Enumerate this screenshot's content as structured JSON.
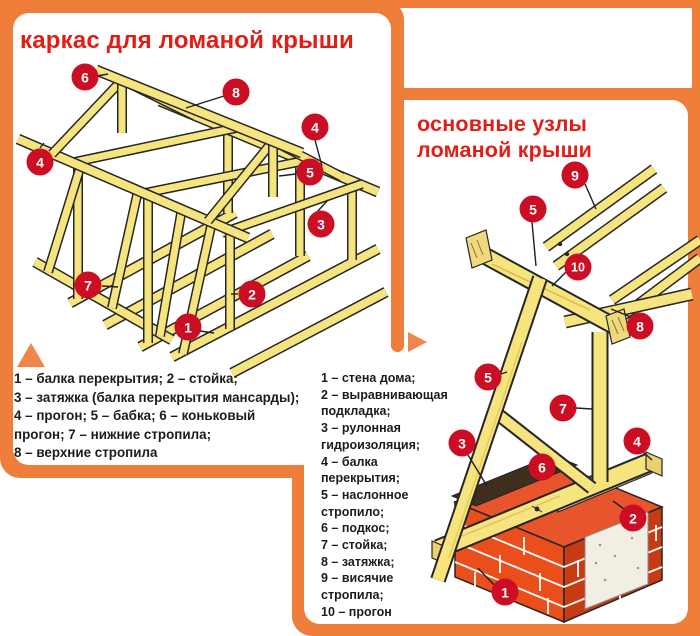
{
  "left_panel": {
    "title": "каркас для ломаной крыши",
    "legend_lines": [
      "1 – балка перекрытия; 2 – стойка;",
      "3 – затяжка (балка перекрытия мансарды);",
      "4 – прогон; 5 – бабка; 6 – коньковый",
      "прогон; 7 – нижние стропила;",
      "8 – верхние стропила"
    ],
    "callouts": [
      {
        "n": "6"
      },
      {
        "n": "8"
      },
      {
        "n": "4"
      },
      {
        "n": "4"
      },
      {
        "n": "5"
      },
      {
        "n": "3"
      },
      {
        "n": "7"
      },
      {
        "n": "2"
      },
      {
        "n": "1"
      }
    ]
  },
  "right_panel": {
    "title_lines": [
      "основные узлы",
      "ломаной крыши"
    ],
    "legend_lines": [
      "1 – стена дома;",
      "2 – выравнивающая",
      "подкладка;",
      "3 – рулонная",
      "гидроизоляция;",
      "4 – балка",
      "перекрытия;",
      "5 – наслонное",
      "стропило;",
      "6 – подкос;",
      "7 – стойка;",
      "8 – затяжка;",
      "9 – висячие",
      "стропила;",
      "10 – прогон"
    ],
    "callouts": [
      {
        "n": "9"
      },
      {
        "n": "5"
      },
      {
        "n": "10"
      },
      {
        "n": "8"
      },
      {
        "n": "5"
      },
      {
        "n": "7"
      },
      {
        "n": "3"
      },
      {
        "n": "4"
      },
      {
        "n": "6"
      },
      {
        "n": "2"
      },
      {
        "n": "1"
      }
    ]
  },
  "colors": {
    "accent_orange": "#EF7E3A",
    "triangle_orange": "#F2854B",
    "title_red": "#E31D14",
    "callout_red": "#CB0E23",
    "wood_light": "#F6E57F",
    "brick_red": "#E94E1B",
    "plaster": "#F3EEE3",
    "hydro_black": "#3F2E1E"
  }
}
